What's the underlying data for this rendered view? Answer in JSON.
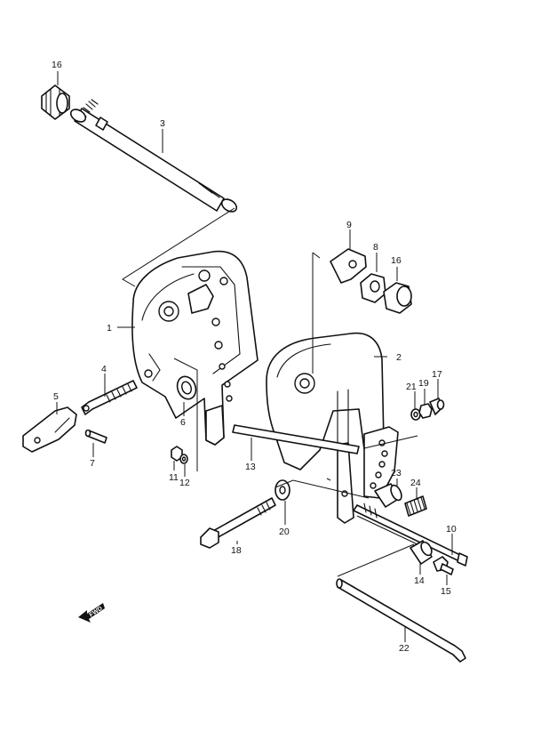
{
  "diagram": {
    "fwd_label": "FWD",
    "callouts": [
      {
        "id": "c16a",
        "text": "16"
      },
      {
        "id": "c3",
        "text": "3"
      },
      {
        "id": "c9",
        "text": "9"
      },
      {
        "id": "c8",
        "text": "8"
      },
      {
        "id": "c16b",
        "text": "16"
      },
      {
        "id": "c1",
        "text": "1"
      },
      {
        "id": "c2",
        "text": "2"
      },
      {
        "id": "c4",
        "text": "4"
      },
      {
        "id": "c5",
        "text": "5"
      },
      {
        "id": "c6",
        "text": "6"
      },
      {
        "id": "c7",
        "text": "7"
      },
      {
        "id": "c11",
        "text": "11"
      },
      {
        "id": "c12",
        "text": "12"
      },
      {
        "id": "c13",
        "text": "13"
      },
      {
        "id": "c17",
        "text": "17"
      },
      {
        "id": "c19",
        "text": "19"
      },
      {
        "id": "c21",
        "text": "21"
      },
      {
        "id": "c23",
        "text": "23"
      },
      {
        "id": "c24",
        "text": "24"
      },
      {
        "id": "c20",
        "text": "20"
      },
      {
        "id": "c18",
        "text": "18"
      },
      {
        "id": "c10",
        "text": "10"
      },
      {
        "id": "c14",
        "text": "14"
      },
      {
        "id": "c15",
        "text": "15"
      },
      {
        "id": "c22",
        "text": "22"
      }
    ]
  }
}
